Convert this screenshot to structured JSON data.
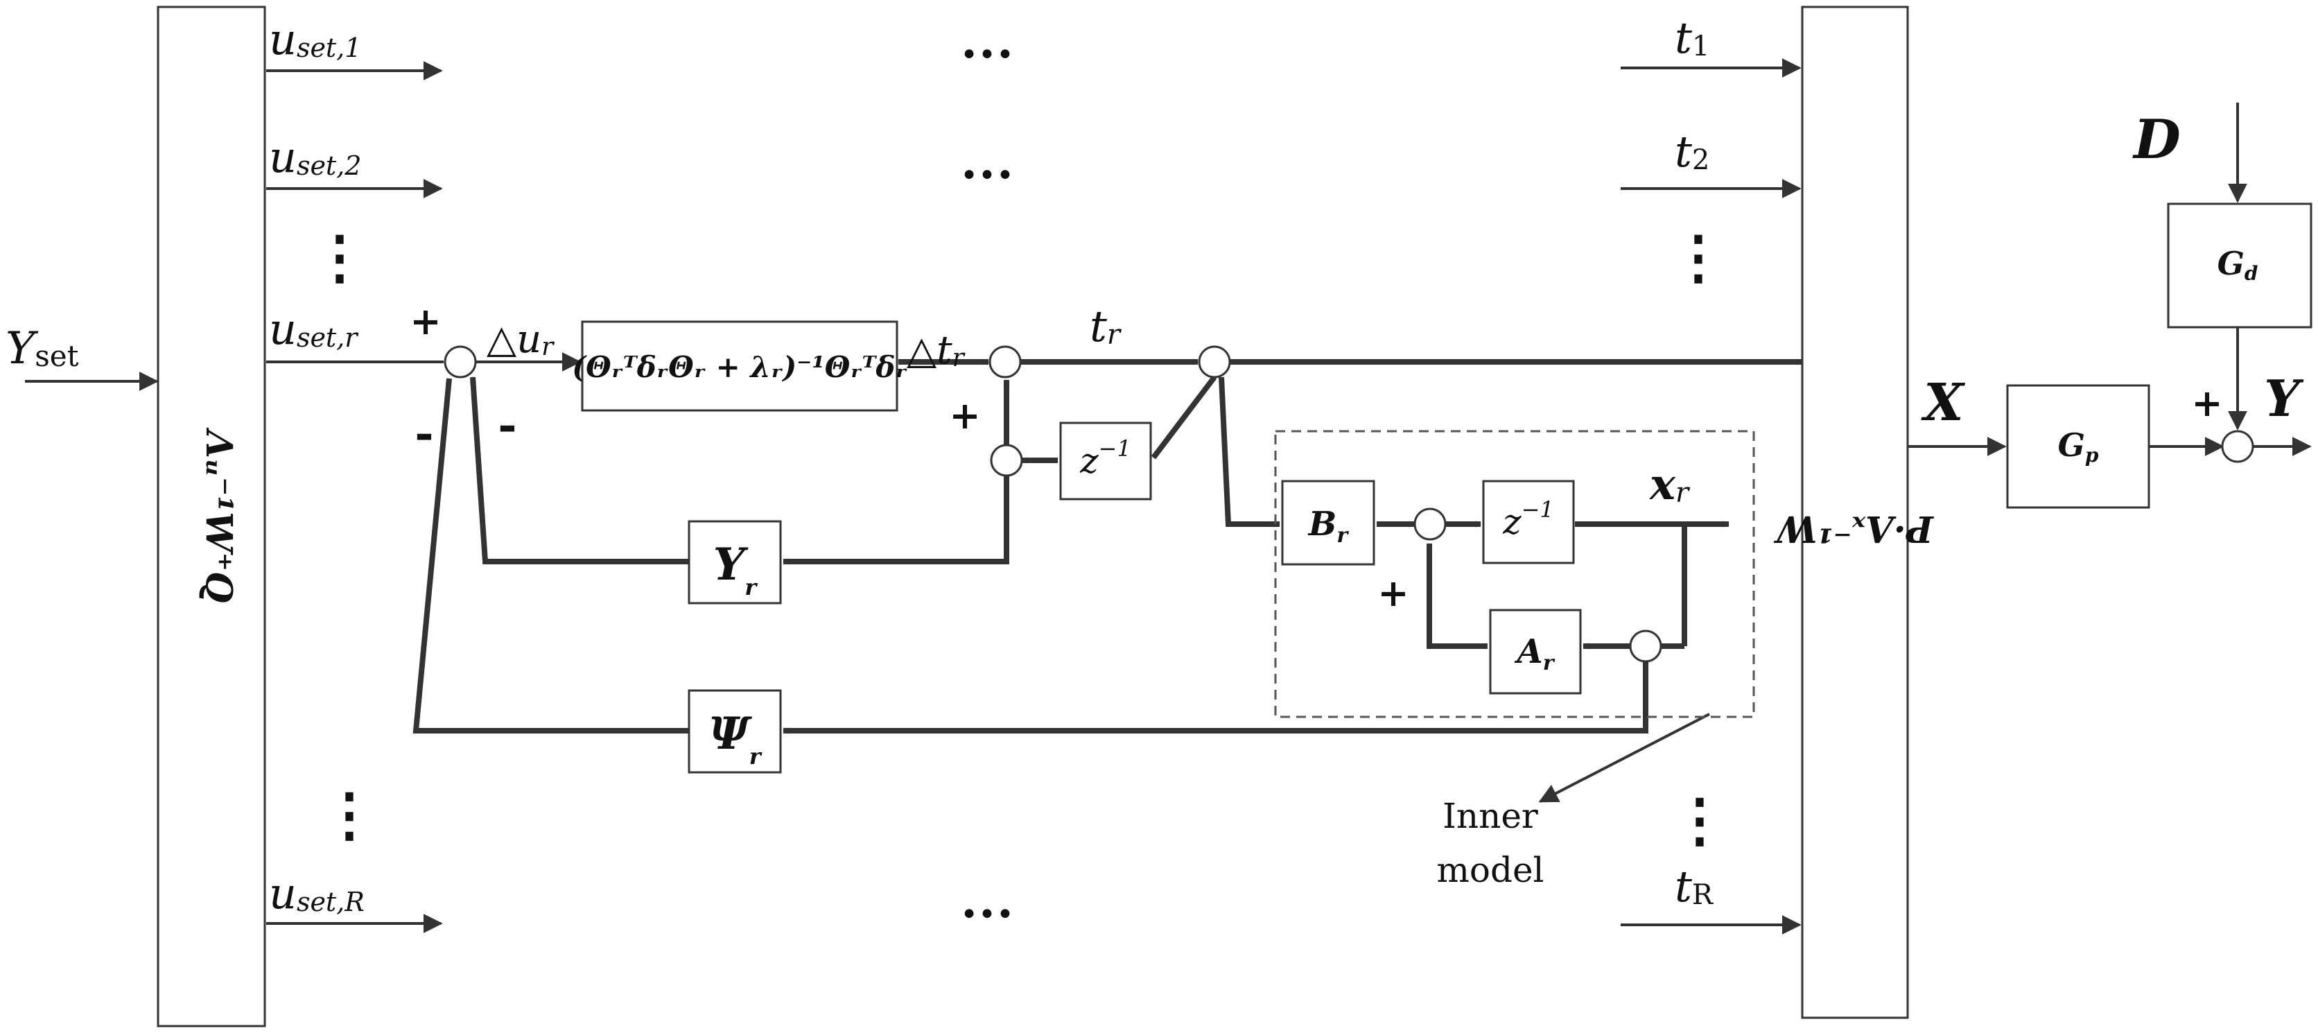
{
  "left_block": {
    "label": "Λᵤ⁻¹W⁺Q"
  },
  "right_block": {
    "label": "P·Λₓ⁻¹W"
  },
  "input": {
    "main": "Y",
    "sub": "set"
  },
  "left_signals": [
    {
      "main": "u",
      "sub": "set,1"
    },
    {
      "main": "u",
      "sub": "set,2"
    },
    {
      "main": "u",
      "sub": "set,r"
    },
    {
      "main": "u",
      "sub": "set,R"
    }
  ],
  "right_signals": [
    {
      "main": "t",
      "sub": "1"
    },
    {
      "main": "t",
      "sub": "2"
    },
    {
      "main": "t",
      "sub": "R"
    }
  ],
  "ellipses": {
    "horizontal": "•••",
    "vertical": "⋮"
  },
  "delta_u": {
    "main": "△u",
    "sub": "r"
  },
  "delta_t": {
    "main": "△t",
    "sub": "r"
  },
  "t_r": {
    "main": "t",
    "sub": "r"
  },
  "x_r": {
    "main": "x",
    "sub": "r"
  },
  "gain_block": {
    "label": "(ΘᵣᵀδᵣΘᵣ + λᵣ)⁻¹Θᵣᵀδᵣ"
  },
  "delay_block": {
    "main": "z",
    "sup": "−1"
  },
  "inner_delay_block": {
    "main": "z",
    "sup": "−1"
  },
  "upsilon_block": {
    "main": "Υ",
    "sub": "r"
  },
  "psi_block": {
    "main": "Ψ",
    "sub": "r"
  },
  "b_block": {
    "main": "B",
    "sub": "r"
  },
  "a_block": {
    "main": "A",
    "sub": "r"
  },
  "gd_block": {
    "main": "G",
    "sub": "d"
  },
  "gp_block": {
    "main": "G",
    "sub": "p"
  },
  "disturbance": {
    "label": "D"
  },
  "x_signal": {
    "label": "X"
  },
  "output": {
    "label": "Y"
  },
  "signs": {
    "plus": "+",
    "minus": "-"
  },
  "inner_model": {
    "line1": "Inner",
    "line2": "model"
  }
}
